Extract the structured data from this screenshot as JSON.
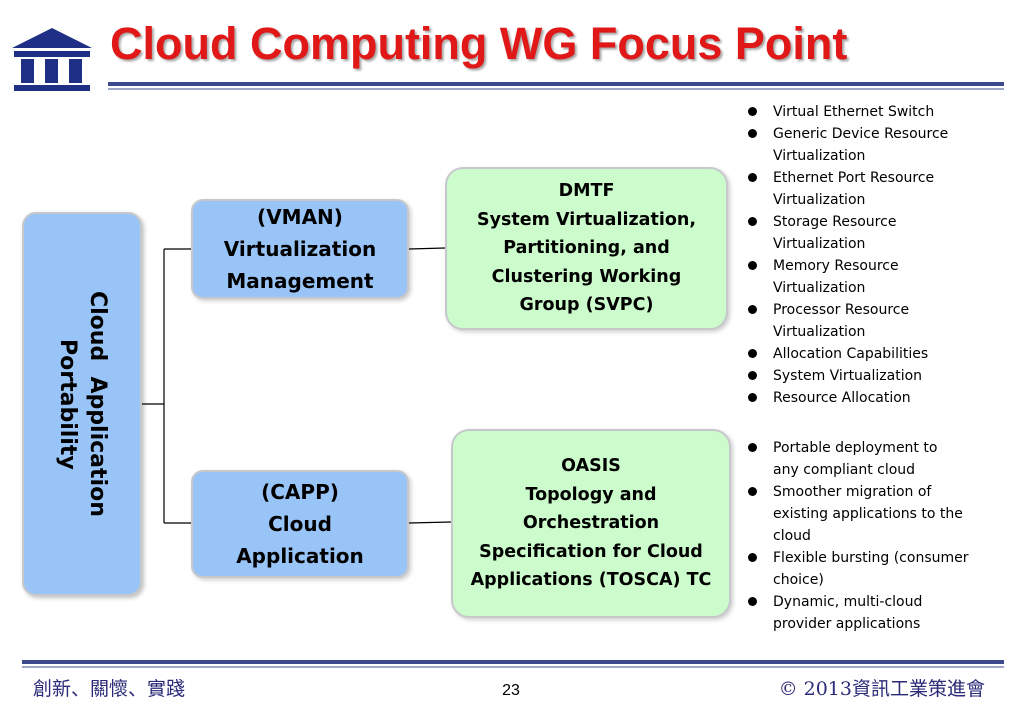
{
  "slide": {
    "title": "Cloud Computing WG Focus Point",
    "logo_icon": "institute-building-logo",
    "colors": {
      "title": "#e01818",
      "blue_box": "#99c4f7",
      "green_box": "#ccfccc",
      "rule": "#3c4a8c",
      "footer_text": "#2a2a78"
    }
  },
  "diagram": {
    "root": {
      "label": "Cloud  Application\nPortability"
    },
    "branches": [
      {
        "category": "(VMAN)\nVirtualization\nManagement",
        "organization": "DMTF\nSystem Virtualization,\nPartitioning, and\nClustering Working\nGroup (SVPC)",
        "features": [
          "Virtual Ethernet Switch",
          "Generic Device Resource\nVirtualization",
          "Ethernet Port Resource\nVirtualization",
          "Storage Resource\nVirtualization",
          "Memory Resource\nVirtualization",
          "Processor Resource\nVirtualization",
          "Allocation Capabilities",
          "System Virtualization",
          "Resource Allocation"
        ]
      },
      {
        "category": "(CAPP)\nCloud\nApplication",
        "organization": "OASIS\nTopology and\nOrchestration\nSpecification for Cloud\nApplications (TOSCA) TC",
        "features": [
          "Portable deployment to\nany compliant cloud",
          "Smoother migration of\nexisting applications to the\ncloud",
          "Flexible bursting (consumer\nchoice)",
          "Dynamic, multi-cloud\nprovider applications"
        ]
      }
    ]
  },
  "footer": {
    "left": "創新、關懷、實踐",
    "page_number": "23",
    "right": "© 2013資訊工業策進會"
  }
}
